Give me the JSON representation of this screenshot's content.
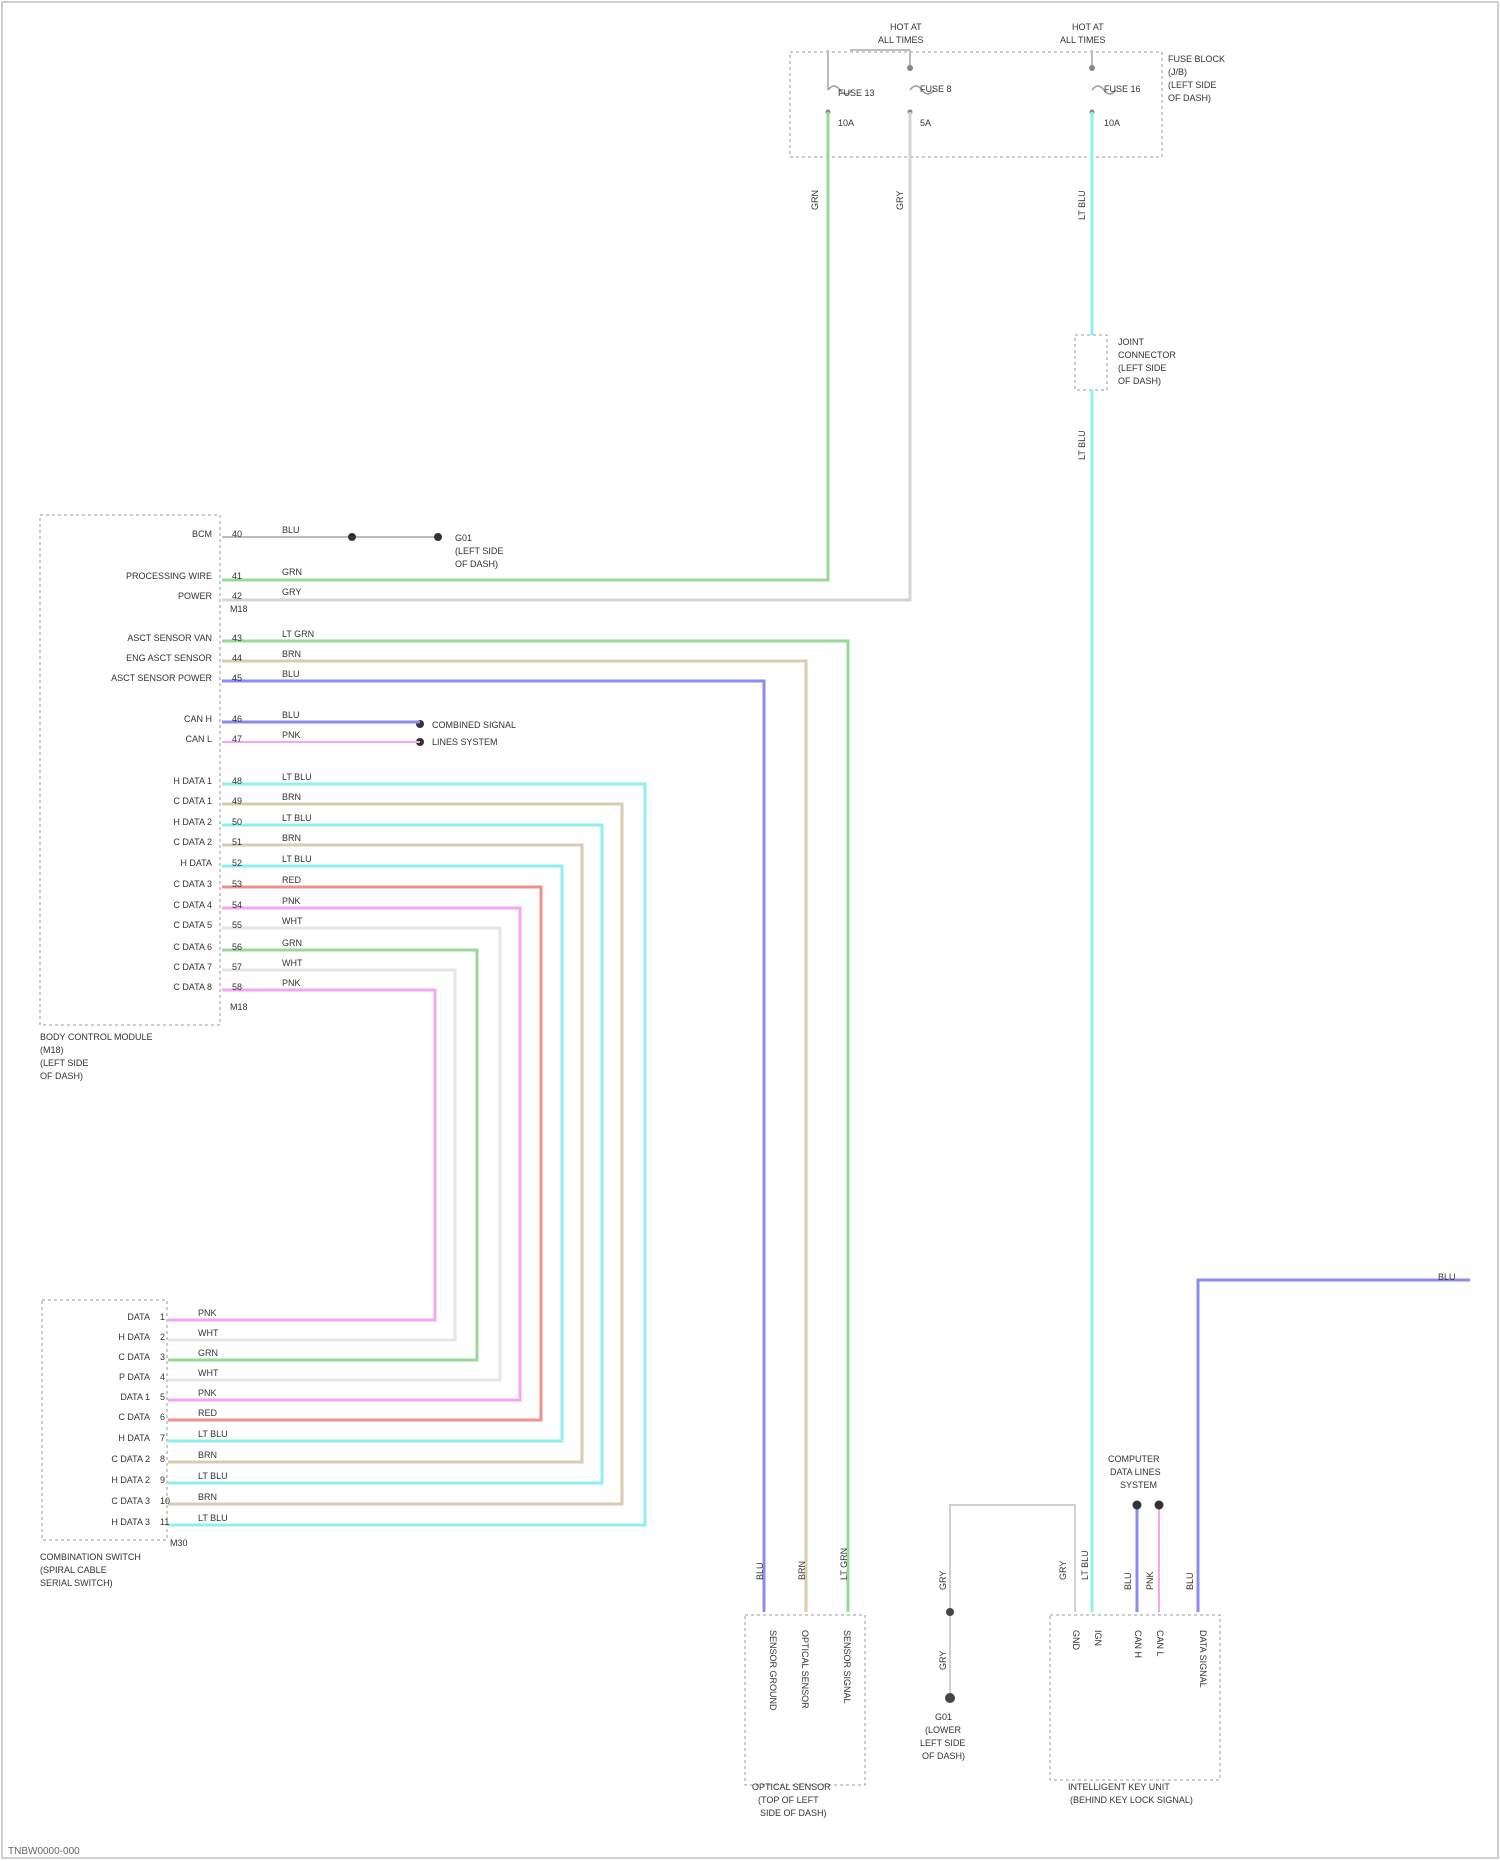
{
  "bcm": {
    "name_lines": [
      "BODY CONTROL MODULE",
      "(M18)",
      "(LEFT SIDE",
      "OF DASH)"
    ],
    "pins": [
      {
        "label": "BCM",
        "pin": "40",
        "wire": "BLU"
      },
      {
        "label": "PROCESSING WIRE",
        "pin": "41",
        "wire": "GRN"
      },
      {
        "label": "POWER",
        "pin": "42",
        "wire": "GRY"
      },
      {
        "label": "ASCT SENSOR VAN",
        "pin": "43",
        "wire": "LT GRN"
      },
      {
        "label": "ENG ASCT SENSOR",
        "pin": "44",
        "wire": "BRN"
      },
      {
        "label": "ASCT SENSOR POWER",
        "pin": "45",
        "wire": "BLU"
      },
      {
        "label": "CAN H",
        "pin": "46",
        "wire": "BLU"
      },
      {
        "label": "CAN L",
        "pin": "47",
        "wire": "PNK"
      },
      {
        "label": "H DATA 1",
        "pin": "48",
        "wire": "LT BLU"
      },
      {
        "label": "C DATA 1",
        "pin": "49",
        "wire": "BRN"
      },
      {
        "label": "H DATA 2",
        "pin": "50",
        "wire": "LT BLU"
      },
      {
        "label": "C DATA 2",
        "pin": "51",
        "wire": "BRN"
      },
      {
        "label": "H DATA",
        "pin": "52",
        "wire": "LT BLU"
      },
      {
        "label": "C DATA 3",
        "pin": "53",
        "wire": "RED"
      },
      {
        "label": "C DATA 4",
        "pin": "54",
        "wire": "PNK"
      },
      {
        "label": "C DATA 5",
        "pin": "55",
        "wire": "WHT"
      },
      {
        "label": "C DATA 6",
        "pin": "56",
        "wire": "GRN"
      },
      {
        "label": "C DATA 7",
        "pin": "57",
        "wire": "WHT"
      },
      {
        "label": "C DATA 8",
        "pin": "58",
        "wire": "PNK"
      }
    ],
    "conn_id": "M18"
  },
  "ground_note": [
    "G01",
    "(LEFT SIDE",
    "OF DASH)"
  ],
  "can_dest": [
    "COMBINED SIGNAL",
    "LINES SYSTEM"
  ],
  "fuse_box": {
    "labels": [
      "FUSE BLOCK",
      "(J/B)",
      "(LEFT SIDE",
      "OF DASH)"
    ],
    "feeds": [
      {
        "top": "HOT AT",
        "bottom": "ALL TIMES"
      },
      {
        "top": "HOT AT",
        "bottom": "ALL TIMES"
      }
    ],
    "fuses": [
      "FUSE 13",
      "FUSE 8",
      "FUSE 16"
    ],
    "amps": [
      "10A",
      "5A",
      "10A"
    ],
    "wire_labels": [
      "GRN",
      "GRY",
      "LT BLU"
    ]
  },
  "junction": {
    "labels": [
      "JOINT",
      "CONNECTOR",
      "(LEFT SIDE",
      "OF DASH)"
    ],
    "wire_lower": "LT BLU"
  },
  "switch": {
    "name_lines": [
      "COMBINATION SWITCH",
      "(SPIRAL CABLE",
      "SERIAL SWITCH)"
    ],
    "pins": [
      {
        "label": "DATA",
        "pin": "1",
        "wire": "PNK"
      },
      {
        "label": "H DATA",
        "pin": "2",
        "wire": "WHT"
      },
      {
        "label": "C DATA",
        "pin": "3",
        "wire": "GRN"
      },
      {
        "label": "P DATA",
        "pin": "4",
        "wire": "WHT"
      },
      {
        "label": "DATA 1",
        "pin": "5",
        "wire": "PNK"
      },
      {
        "label": "C DATA",
        "pin": "6",
        "wire": "RED"
      },
      {
        "label": "H DATA",
        "pin": "7",
        "wire": "LT BLU"
      },
      {
        "label": "C DATA 2",
        "pin": "8",
        "wire": "BRN"
      },
      {
        "label": "H DATA 2",
        "pin": "9",
        "wire": "LT BLU"
      },
      {
        "label": "C DATA 3",
        "pin": "10",
        "wire": "BRN"
      },
      {
        "label": "H DATA 3",
        "pin": "11",
        "wire": "LT BLU"
      }
    ],
    "conn_id": "M30"
  },
  "sensor": {
    "name_lines": [
      "OPTICAL SENSOR",
      "(TOP OF LEFT",
      "SIDE OF DASH)"
    ],
    "pin_labels": [
      "SENSOR GROUND",
      "OPTICAL SENSOR",
      "SENSOR SIGNAL"
    ],
    "wire_labels": [
      "BLU",
      "BRN",
      "LT GRN"
    ]
  },
  "ground2": {
    "labels": [
      "G01",
      "(LOWER",
      "LEFT SIDE",
      "OF DASH)"
    ],
    "wire_labels": [
      "GRY",
      "GRY"
    ]
  },
  "control_unit": {
    "name_lines": [
      "INTELLIGENT KEY UNIT",
      "(BEHIND KEY LOCK SIGNAL)"
    ],
    "pin_labels": [
      "GND",
      "IGN",
      "CAN H",
      "CAN L",
      "DATA SIGNAL"
    ],
    "wire_labels": [
      "GRY",
      "LT BLU",
      "BLU",
      "PNK",
      "BLU"
    ],
    "can_label": [
      "COMPUTER",
      "DATA LINES",
      "SYSTEM"
    ]
  },
  "right_feed_label": "BLU",
  "footer_code": "TNBW0000-000",
  "colors": {
    "GRN": "#9ad89a",
    "GRY": "#d4d4d4",
    "LTBLU": "#8ef0ee",
    "BLU": "#8c8cf0",
    "BRN": "#d9cbb0",
    "PNK": "#f5a6f0",
    "RED": "#f0908a",
    "WHT": "#e6e6e6"
  }
}
